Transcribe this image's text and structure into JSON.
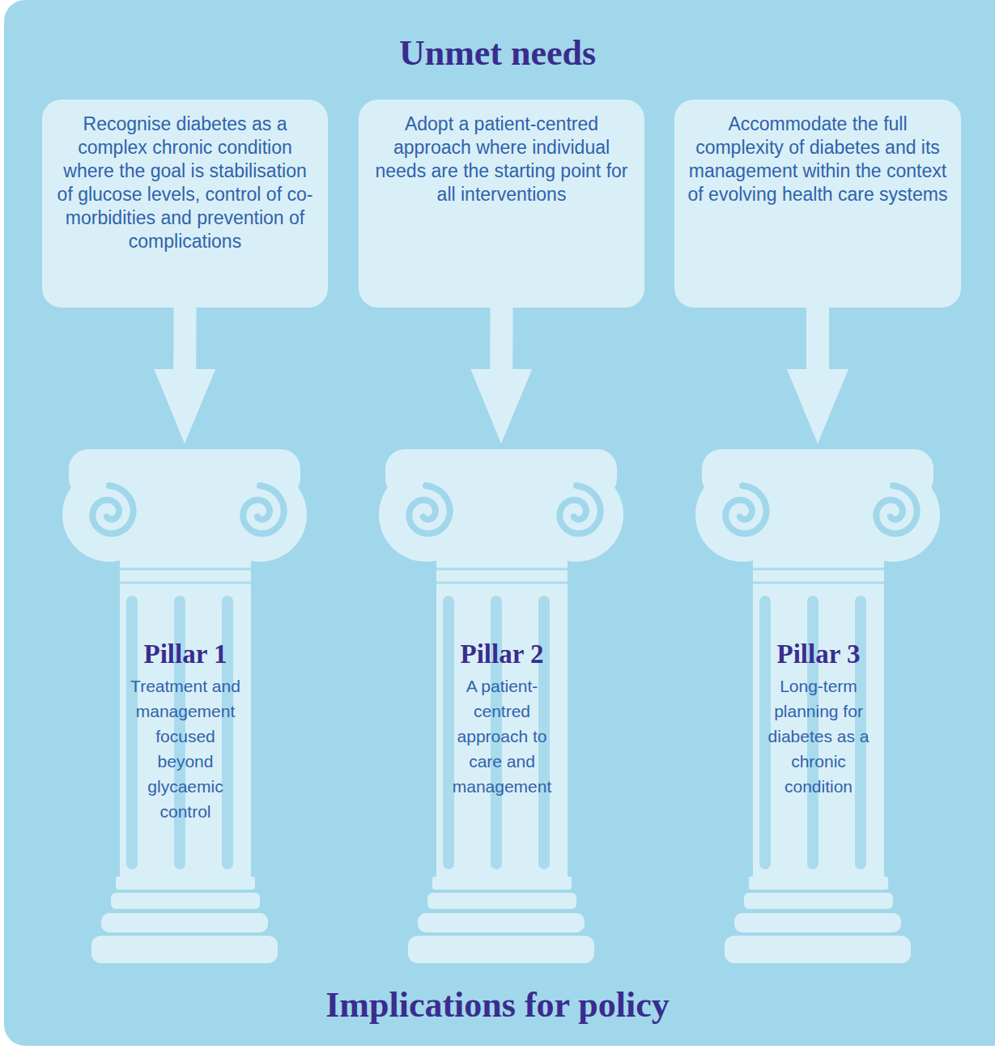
{
  "diagram": {
    "title": "Unmet needs",
    "nodes": [
      {
        "text": [
          "Recognise diabetes as a complex chronic condition where the goal is stabilisation of glucose levels, control of co-morbidities and prevention of complications"
        ]
      },
      {
        "text": [
          "Adopt a patient-centred approach where individual needs are the starting point for all interventions"
        ]
      },
      {
        "text": [
          "Accommodate the full complexity of diabetes and its management within the context of evolving health care systems"
        ]
      },
      {
        "text": [
          "Pillar 1",
          "Treatment and management focused beyond glycaemic control"
        ]
      },
      {
        "text": [
          "Pillar 2",
          "A patient-centred approach to care and management"
        ]
      },
      {
        "text": [
          "Pillar 3",
          "Long-term planning for diabetes as a chronic condition"
        ]
      }
    ],
    "edges": [
      {
        "from": 0,
        "to": 3,
        "arrow": "to"
      },
      {
        "from": 1,
        "to": 4,
        "arrow": "to"
      },
      {
        "from": 2,
        "to": 5,
        "arrow": "to"
      }
    ],
    "labels": [
      "Implications for policy"
    ]
  }
}
